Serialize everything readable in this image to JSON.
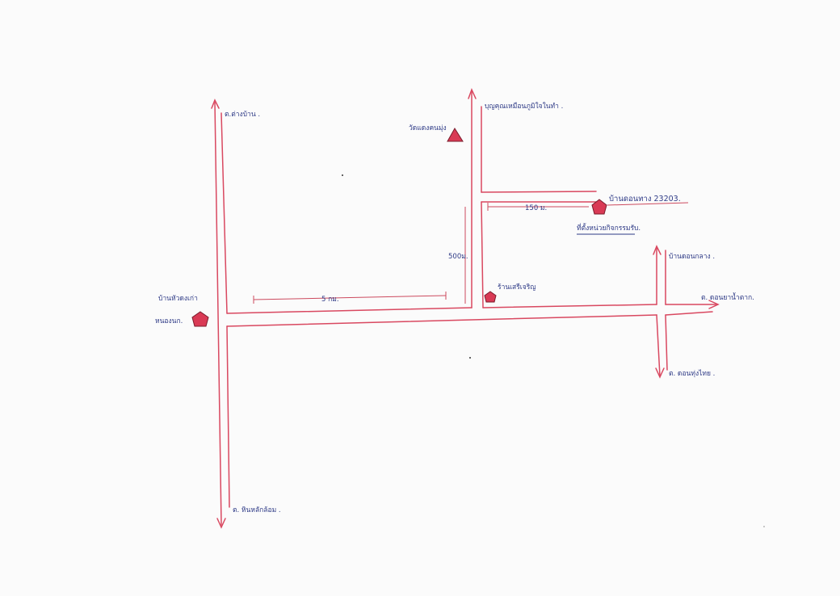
{
  "map": {
    "labels": {
      "north_left": "ต.ต่างบ้าน .",
      "north_center": "บุญคุณเหมือนภูมิใจในทำ .",
      "temple": "วัดแดงคนมุ่ง",
      "main_site": "บ้านดอนทาง 23203.",
      "main_site_sub": "ที่ตั้งหน่วยกิจกรรมรับ.",
      "dist_150": "150 ม.",
      "dist_500": "500ม.",
      "dist_5km": "5 กม.",
      "junction_site": "ร้านเสรีเจริญ",
      "east_north": "บ้านดอนกลาง .",
      "east_road": "ต. ดอนยาน้ำตาก.",
      "east_south": "ต. ดอนทุ่งไทย .",
      "west_site_1": "บ้านหัวดงเก่า",
      "west_site_2": "หนองนก.",
      "south_left": "ต. หินหลักล้อม ."
    },
    "colors": {
      "road": "#d94860",
      "marker": "#d93a55",
      "ink": "#2e3a86"
    },
    "icons": {
      "site": "pentagon-icon",
      "temple": "triangle-icon",
      "arrow": "arrowhead-icon"
    }
  }
}
